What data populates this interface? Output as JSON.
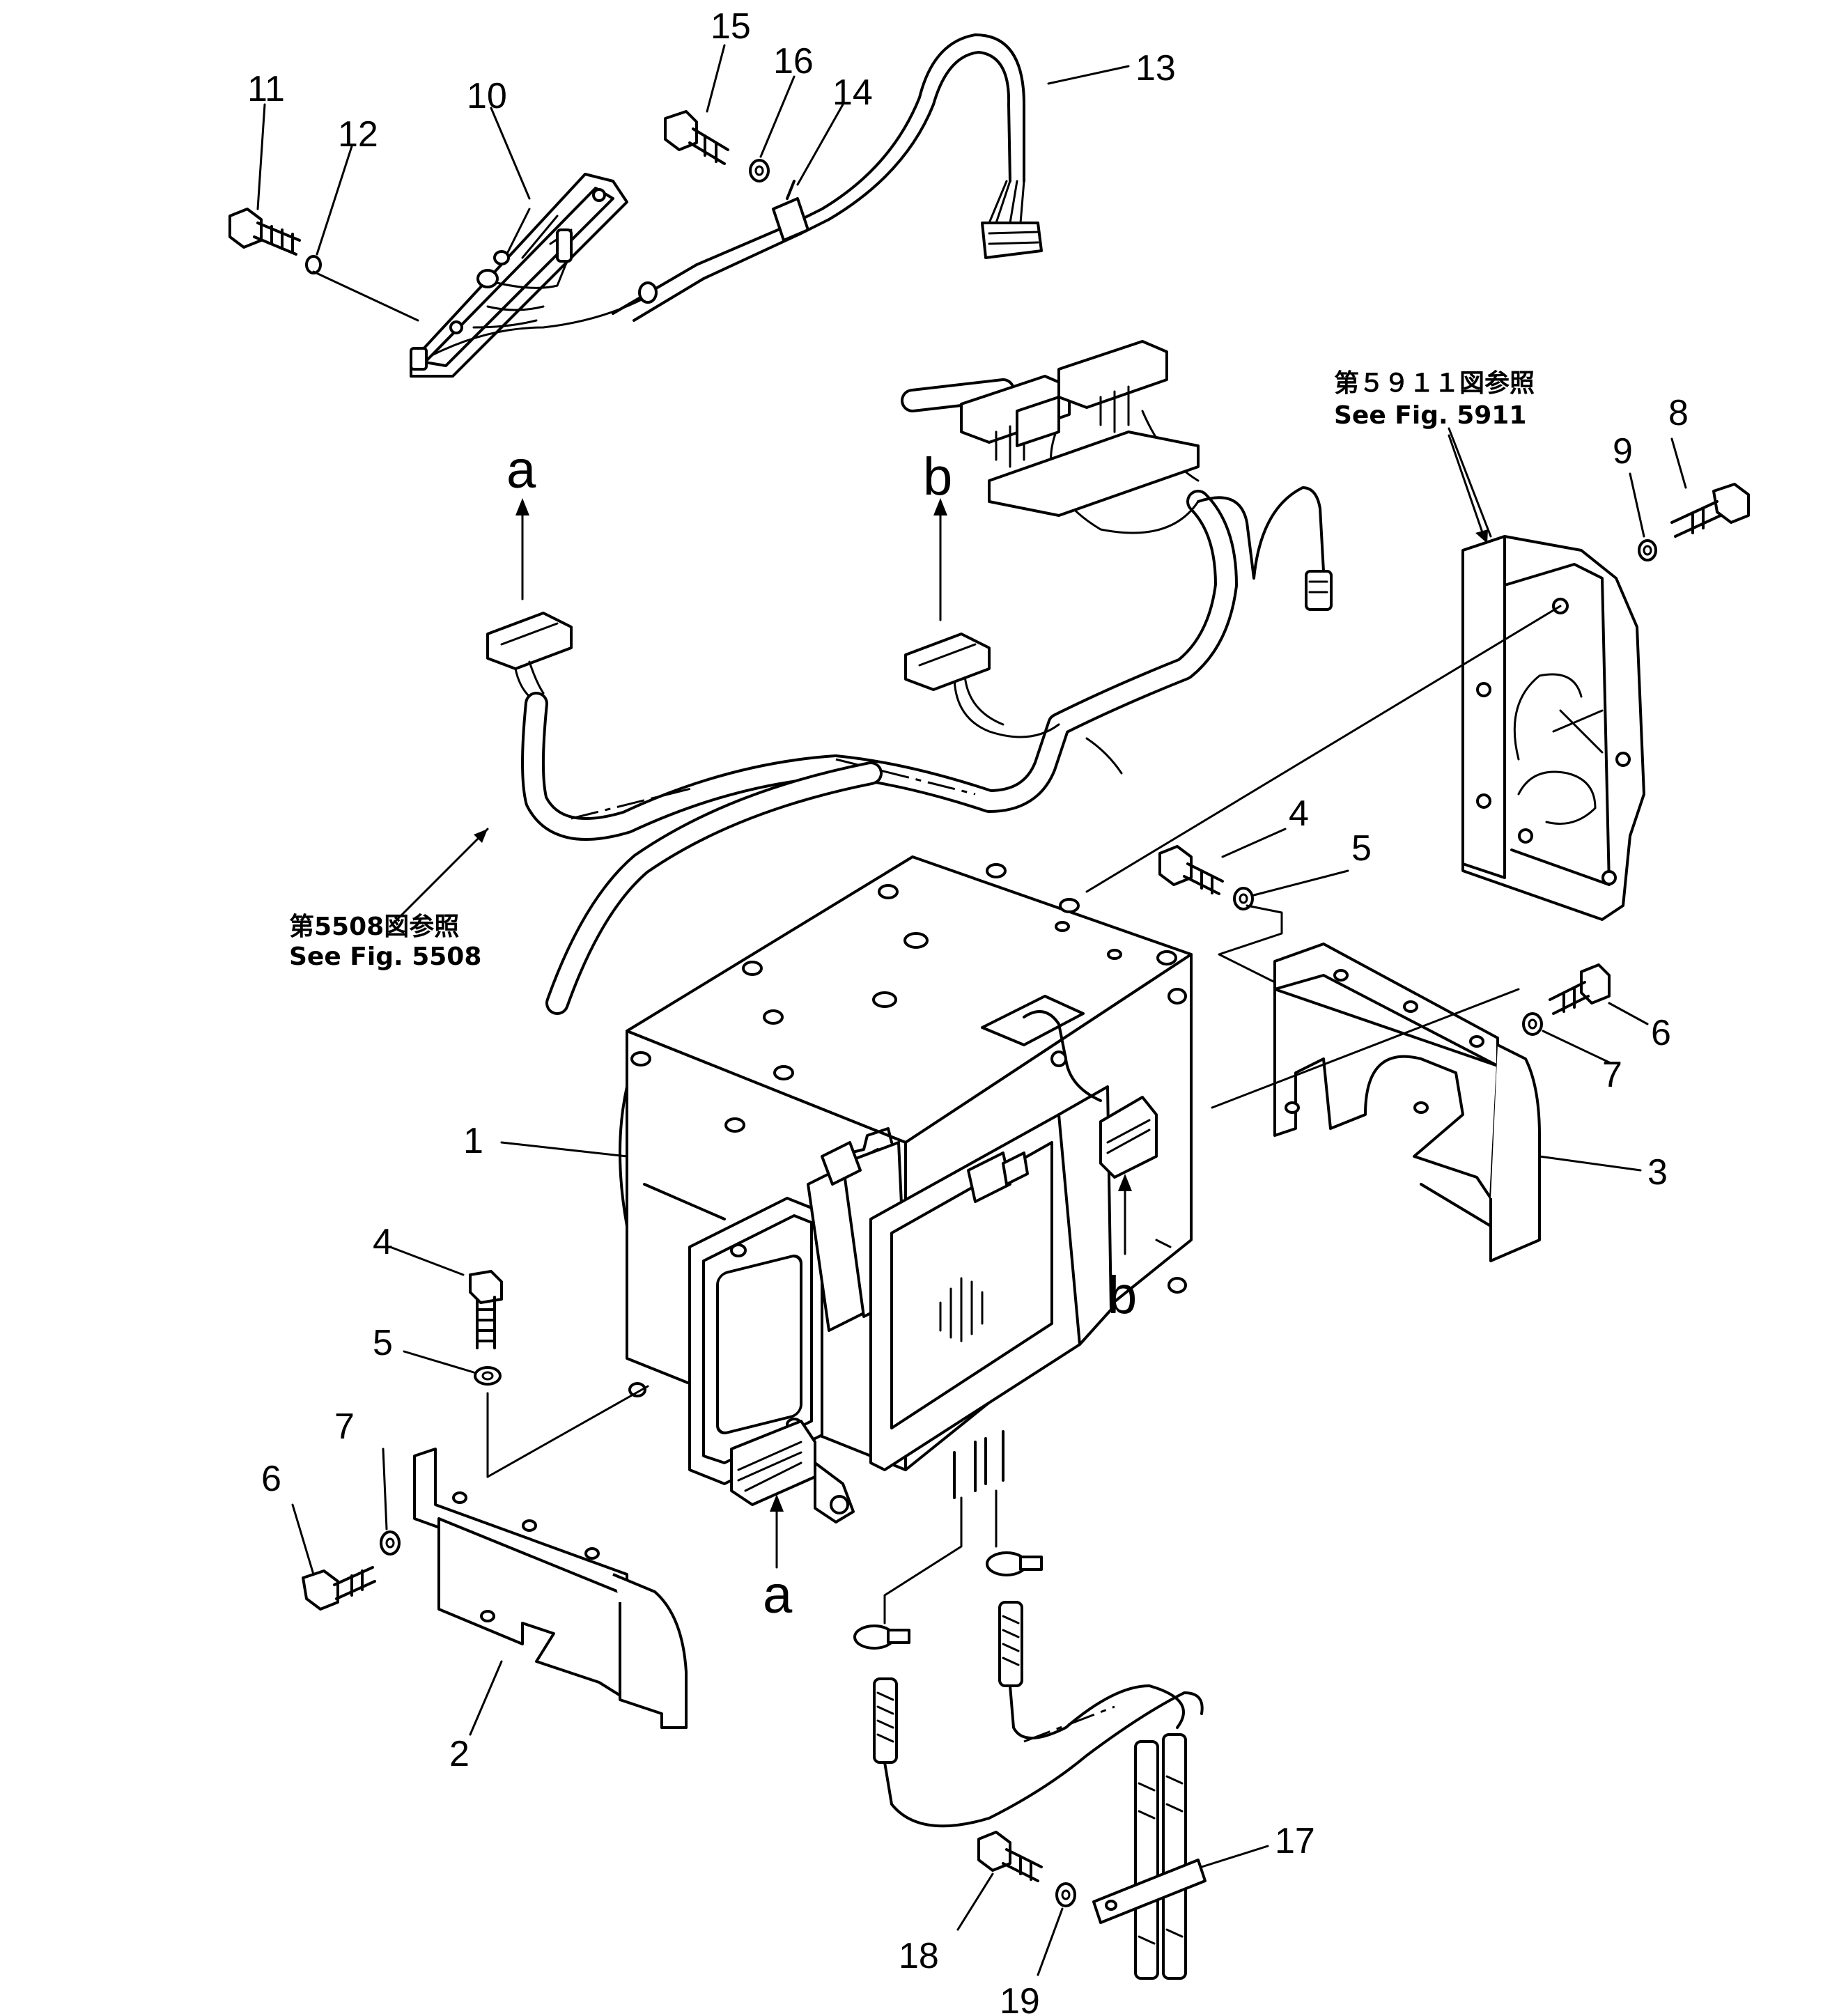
{
  "callouts": {
    "c1": "1",
    "c2": "2",
    "c3": "3",
    "c4a": "4",
    "c4b": "4",
    "c5a": "5",
    "c5b": "5",
    "c6a": "6",
    "c6b": "6",
    "c7a": "7",
    "c7b": "7",
    "c8": "8",
    "c9": "9",
    "c10": "10",
    "c11": "11",
    "c12": "12",
    "c13": "13",
    "c14": "14",
    "c15": "15",
    "c16": "16",
    "c17": "17",
    "c18": "18",
    "c19": "19"
  },
  "connector_marks": {
    "a_top": "a",
    "b_top": "b",
    "a_bottom": "a",
    "b_bottom": "b"
  },
  "references": {
    "fig5911_jp": "第５９１１図参照",
    "fig5911_en": "See Fig. 5911",
    "fig5508_jp": "第5508図参照",
    "fig5508_en": "See Fig. 5508"
  }
}
